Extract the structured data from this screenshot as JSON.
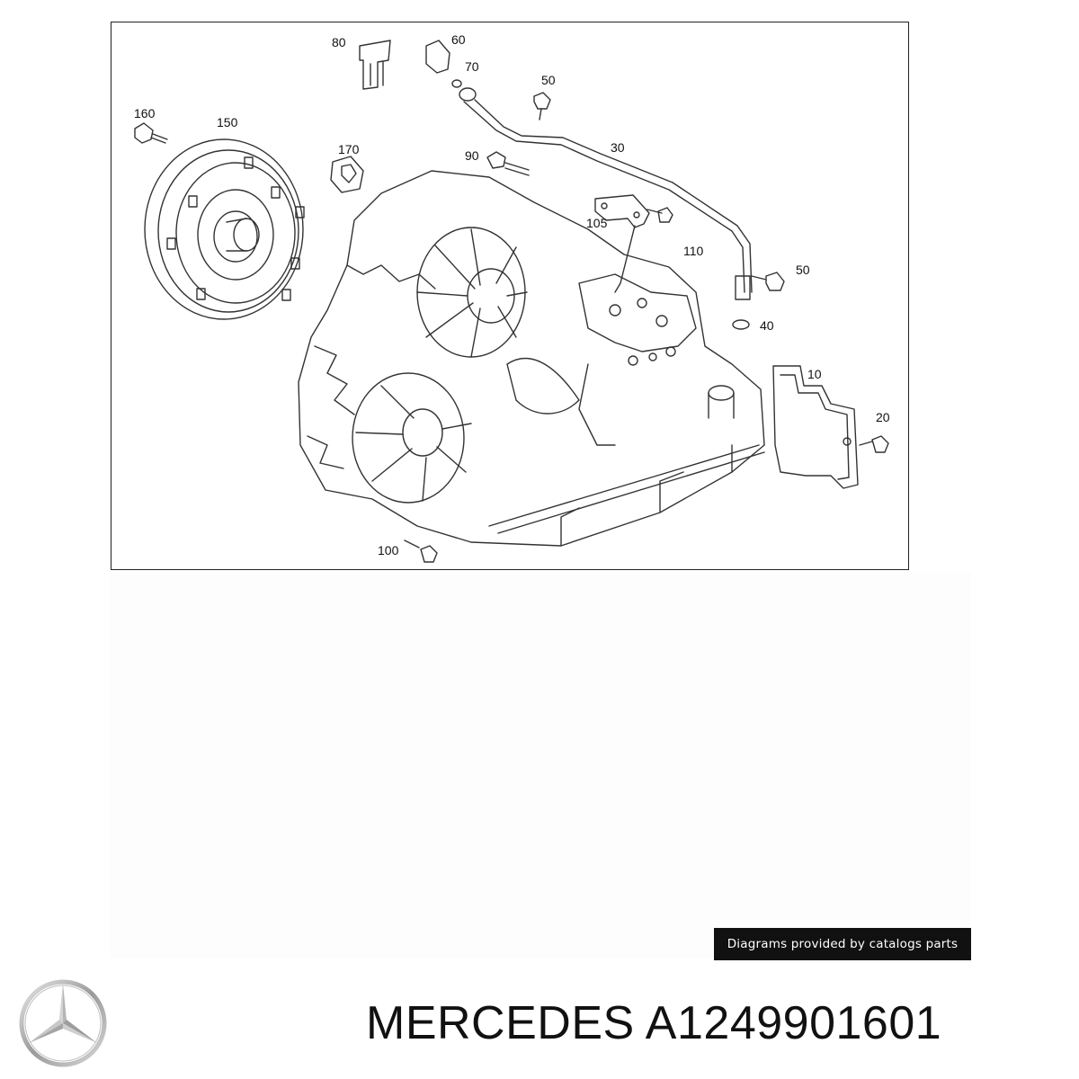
{
  "diagram": {
    "callouts": {
      "c10": "10",
      "c20": "20",
      "c30": "30",
      "c40": "40",
      "c50a": "50",
      "c50b": "50",
      "c60": "60",
      "c70": "70",
      "c80": "80",
      "c90": "90",
      "c100": "100",
      "c105": "105",
      "c110": "110",
      "c150": "150",
      "c160": "160",
      "c170": "170"
    }
  },
  "footer": {
    "credit": "Diagrams provided by catalogs parts",
    "brand": "MERCEDES",
    "part_number": "A1249901601"
  },
  "icons": {
    "logo": "mercedes-star-logo"
  }
}
